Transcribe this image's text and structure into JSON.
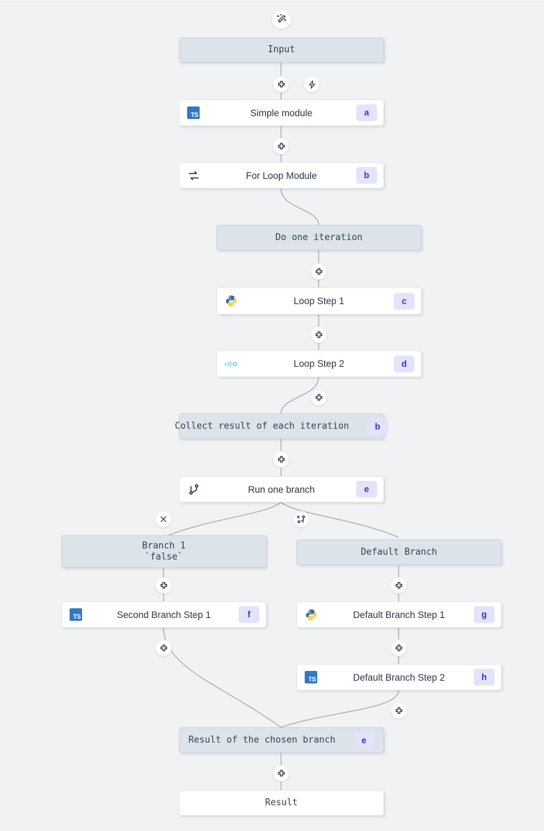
{
  "graph": {
    "title": "Workflow flow graph",
    "colors": {
      "background": "#f1f2f4",
      "virtual_node_fill": "#dde3ea",
      "virtual_node_border": "#ccd3dc",
      "module_node_fill": "#ffffff",
      "badge_bg": "#e3e3fb",
      "badge_text": "#3b33c9",
      "edge_stroke": "#9aa0a8",
      "typescript_blue": "#3178c6",
      "python_blue": "#366f9e",
      "python_yellow": "#f5cf50",
      "go_cyan": "#68d6e8"
    },
    "nodes": [
      {
        "id": "input",
        "label": "Input",
        "badge": "",
        "icon": "none",
        "kind": "virtual"
      },
      {
        "id": "simple-module",
        "label": "Simple module",
        "badge": "a",
        "icon": "typescript",
        "kind": "module"
      },
      {
        "id": "for-loop-module",
        "label": "For Loop Module",
        "badge": "b",
        "icon": "loop",
        "kind": "module"
      },
      {
        "id": "do-one-iteration",
        "label": "Do one iteration",
        "badge": "",
        "icon": "none",
        "kind": "virtual"
      },
      {
        "id": "loop-step-1",
        "label": "Loop Step 1",
        "badge": "c",
        "icon": "python",
        "kind": "module"
      },
      {
        "id": "loop-step-2",
        "label": "Loop Step 2",
        "badge": "d",
        "icon": "go",
        "kind": "module"
      },
      {
        "id": "collect-result",
        "label": "Collect result of each iteration",
        "badge": "b",
        "icon": "none",
        "kind": "virtual"
      },
      {
        "id": "run-one-branch",
        "label": "Run one branch",
        "badge": "e",
        "icon": "git-branch",
        "kind": "module"
      },
      {
        "id": "branch-1",
        "label": "Branch 1\n`false`",
        "badge": "",
        "icon": "none",
        "kind": "virtual"
      },
      {
        "id": "default-branch",
        "label": "Default Branch",
        "badge": "",
        "icon": "none",
        "kind": "virtual"
      },
      {
        "id": "second-branch-step-1",
        "label": "Second Branch Step 1",
        "badge": "f",
        "icon": "typescript",
        "kind": "module"
      },
      {
        "id": "default-branch-step-1",
        "label": "Default Branch Step 1",
        "badge": "g",
        "icon": "python",
        "kind": "module"
      },
      {
        "id": "default-branch-step-2",
        "label": "Default Branch Step 2",
        "badge": "h",
        "icon": "typescript",
        "kind": "module"
      },
      {
        "id": "result-chosen-branch",
        "label": "Result of the chosen branch",
        "badge": "e",
        "icon": "none",
        "kind": "virtual"
      },
      {
        "id": "result",
        "label": "Result",
        "badge": "",
        "icon": "none",
        "kind": "virtual-white"
      }
    ],
    "handles": [
      {
        "id": "magic-wand",
        "icon": "magic-wand-icon"
      },
      {
        "id": "add-after-input",
        "icon": "plus-icon"
      },
      {
        "id": "trigger",
        "icon": "lightning-bolt-icon"
      },
      {
        "id": "add-after-simple",
        "icon": "plus-icon"
      },
      {
        "id": "add-in-loop-1",
        "icon": "plus-icon"
      },
      {
        "id": "add-in-loop-2",
        "icon": "plus-icon"
      },
      {
        "id": "add-after-loop-2",
        "icon": "plus-icon"
      },
      {
        "id": "add-after-collect",
        "icon": "plus-icon"
      },
      {
        "id": "remove-branch",
        "icon": "close-icon"
      },
      {
        "id": "add-branch",
        "icon": "add-branch-icon"
      },
      {
        "id": "add-after-branch1",
        "icon": "plus-icon"
      },
      {
        "id": "add-after-default",
        "icon": "plus-icon"
      },
      {
        "id": "add-after-second-step",
        "icon": "plus-icon"
      },
      {
        "id": "add-after-db-step1",
        "icon": "plus-icon"
      },
      {
        "id": "add-after-db-step2",
        "icon": "plus-icon"
      },
      {
        "id": "add-after-chosen",
        "icon": "plus-icon"
      }
    ]
  }
}
